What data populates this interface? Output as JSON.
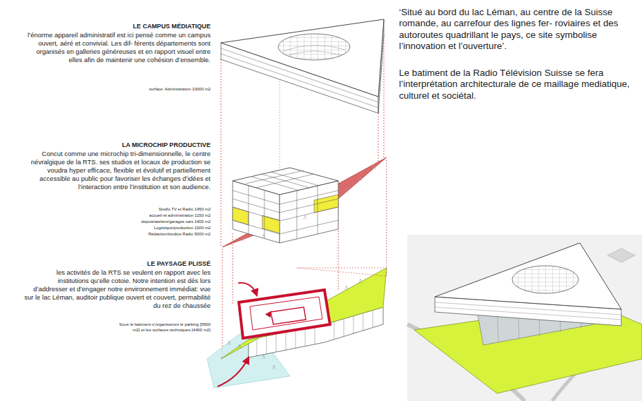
{
  "diagram": {
    "labels": [
      "LE CAMPUS MÉDIATIQUE",
      "l’énorme appareil administratif est ici pensé comme un campus ouvert, aéré et convivial. Les dif- férents départements sont organisés en galleries généreuses et en rapport visuel entre elles afin de maintenir une cohésion d’ensemble.",
      "surface: Administration 10000 m2",
      "LA MICROCHIP PRODUCTIVE",
      "Concut comme une microchip tri-dimensionnelle, le centre névralgique de la RTS. ses studios et locaux de production se voudra hyper efficace, flexible et évolutif et partiellement accessible au public pour favoriser les échanges d’idées et l’interaction entre l’institution et son audience.",
      "Studio TV et Radio 1450 m2",
      "accueil et administration 1150 m2",
      "depots/ateliers/garages cars 1400 m2",
      "Logistique/production 1000 m2",
      "Rédaction/studios Radio 5000 m2",
      "LE PAYSAGE PLISSÉ",
      "les activités de la RTS se veulent en rapport avec les institutions qu’elle cotoie. Notre intention est dés lors d’addresser et d’engager notre environnement immédiat: vue sur le lac Léman, auditoir publique ouvert et couvert, permabilité du rez de chaussée",
      "Sous le batiment s’organiseront le parking [5500 m2] et les surfaces techniques [4400 m2]",
      "‘Situé au bord du lac Léman, au centre de la Suisse romande, au carrefour des lignes fer- roviaires et des autoroutes quadrillant le pays, ce site symbolise l’innovation et l’ouverture’.",
      "Le batiment de la Radio Télévision Suisse se fera l’interprétation architecturale de ce maillage mediatique, culturel et sociétal."
    ]
  }
}
